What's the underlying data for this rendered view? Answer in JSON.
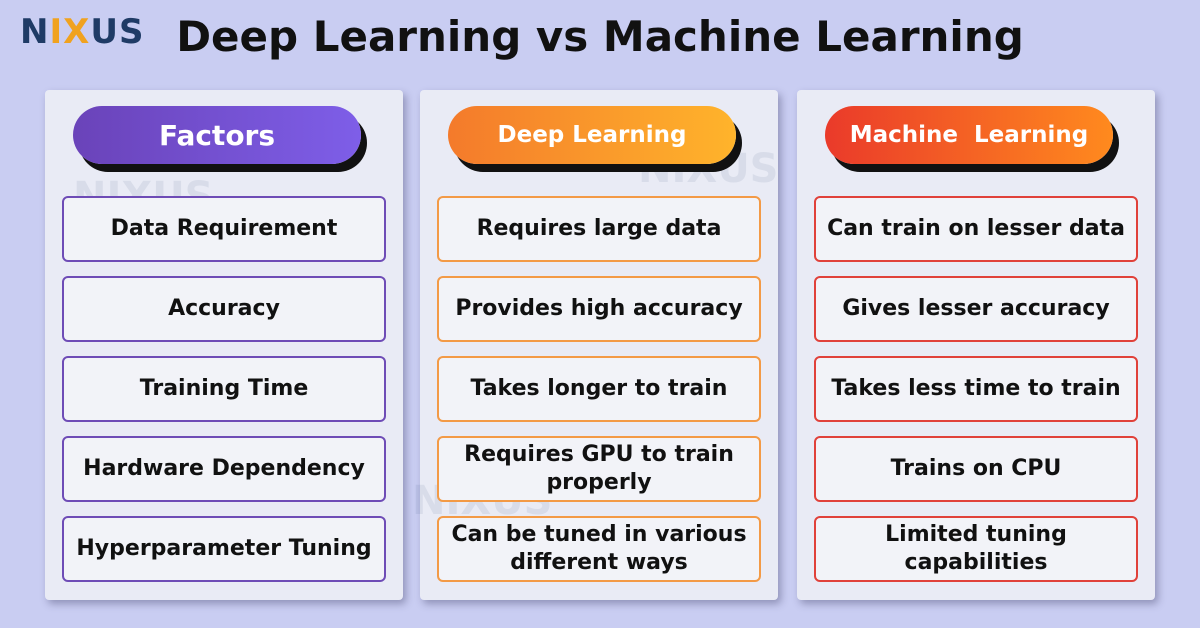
{
  "brand": {
    "logo_text_a": "N",
    "logo_text_x": "IX",
    "logo_text_b": "US",
    "watermark": "NIXUS"
  },
  "title": "Deep Learning vs Machine Learning",
  "columns": [
    {
      "header": "Factors",
      "items": [
        "Data Requirement",
        "Accuracy",
        "Training Time",
        "Hardware Dependency",
        "Hyperparameter Tuning"
      ]
    },
    {
      "header": "Deep Learning",
      "items": [
        "Requires large data",
        "Provides high accuracy",
        "Takes longer to train",
        "Requires GPU to train properly",
        "Can be tuned in various different ways"
      ]
    },
    {
      "header": "Machine  Learning",
      "items": [
        "Can train on lesser data",
        "Gives lesser accuracy",
        "Takes less time to train",
        "Trains on CPU",
        "Limited tuning capabilities"
      ]
    }
  ],
  "colors": {
    "background": "#c9cdf2",
    "factors_accent": "#6e4cb6",
    "deep_learning_accent": "#f39a46",
    "machine_learning_accent": "#e0413a"
  }
}
